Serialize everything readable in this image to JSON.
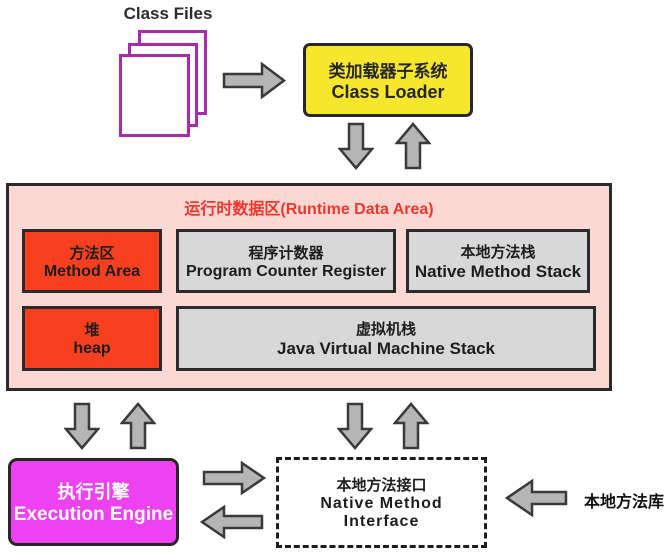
{
  "colors": {
    "class_loader_yellow": "#f6e72c",
    "runtime_area_pink": "#fcd8d4",
    "hot_red": "#f84020",
    "gray_box": "#d8d8d8",
    "execution_magenta": "#ee41f2",
    "arrow_gray": "#b5b5b5",
    "arrow_border": "#3a3a3a",
    "box_border": "#2b2b2b",
    "title_red": "#f0372b",
    "file_border_magenta": "#a82bad"
  },
  "nodes": {
    "class_files": {
      "label": "Class Files"
    },
    "class_loader": {
      "zh": "类加载器子系统",
      "en": "Class Loader"
    },
    "runtime_data_area": {
      "title": "运行时数据区(Runtime Data Area)"
    },
    "method_area": {
      "zh": "方法区",
      "en": "Method Area"
    },
    "program_counter": {
      "zh": "程序计数器",
      "en": "Program Counter Register"
    },
    "native_method_stack": {
      "zh": "本地方法栈",
      "en": "Native Method Stack"
    },
    "heap": {
      "zh": "堆",
      "en": "heap"
    },
    "jvm_stack": {
      "zh": "虚拟机栈",
      "en": "Java Virtual Machine Stack"
    },
    "execution_engine": {
      "zh": "执行引擎",
      "en": "Execution Engine"
    },
    "native_method_interface": {
      "zh": "本地方法接口",
      "en_line1": "Native Method",
      "en_line2": "Interface"
    },
    "native_method_library": {
      "label": "本地方法库"
    }
  }
}
